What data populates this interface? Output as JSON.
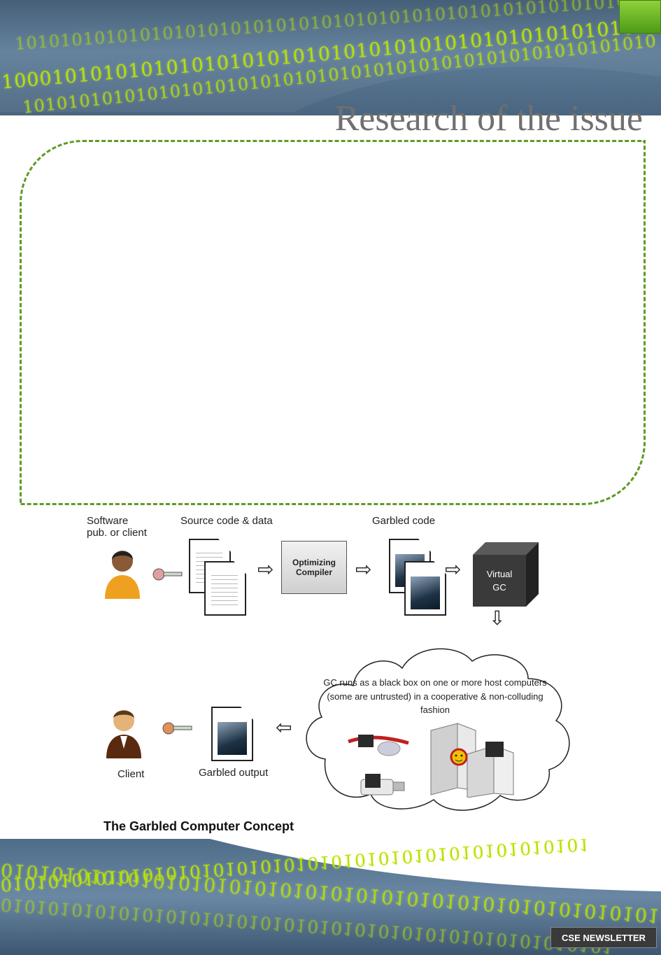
{
  "header": {
    "binary_rows": [
      "10101010101010101010101010101010101010101010101010101010101010101",
      "1000101010101010101010101010101010101010101010101010101010100010",
      "10101010101010101010101010101010101010101010101010101010"
    ]
  },
  "section": {
    "title": "Research of the issue"
  },
  "figure": {
    "labels": {
      "software": "Software\npub. or client",
      "source": "Source code & data",
      "garbled_code": "Garbled code",
      "compiler": "Optimizing\nCompiler",
      "virtual_gc": "Virtual\nGC",
      "cloud_text": "GC runs as a black box on one or more host computers (some are untrusted) in a cooperative & non-colluding fashion",
      "client": "Client",
      "garbled_output": "Garbled output"
    },
    "caption": "The Garbled Computer Concept"
  },
  "footer": {
    "binary_rows": [
      "01010101010101010101010101010101010101010101010101",
      "0101010101010101010101010101010101010101010101010101010101",
      "0101010101010101010101010101010101010101010101010101"
    ],
    "label": "CSE NEWSLETTER"
  },
  "colors": {
    "accent_green": "#5f9a23",
    "binary_glow": "#b8e000",
    "header_blue": "#4a6580"
  }
}
